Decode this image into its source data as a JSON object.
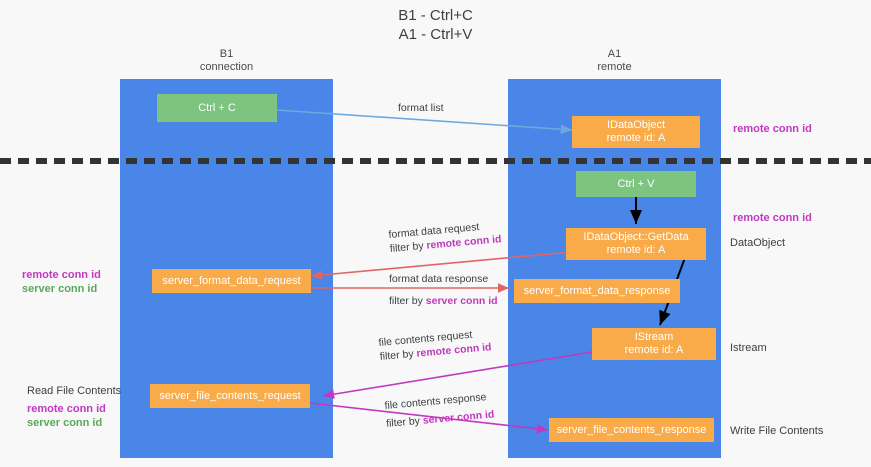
{
  "title": "B1 - Ctrl+C\nA1 - Ctrl+V",
  "colors": {
    "background": "#f8f8f8",
    "lane": "#4a86e8",
    "green_node": "#7cc47f",
    "orange_node": "#f9ab49",
    "remote_conn_id": "#c039c0",
    "server_conn_id": "#5aa85a",
    "arrow_format_list": "#6fa8dc",
    "arrow_format_data": "#e06666",
    "arrow_file_contents": "#c039c0",
    "arrow_black": "#000000",
    "divider": "#333333"
  },
  "lanes": [
    {
      "name": "B1",
      "sub": "connection",
      "header": "B1\nconnection"
    },
    {
      "name": "A1",
      "sub": "remote",
      "header": "A1\nremote"
    }
  ],
  "nodes": [
    {
      "id": "ctrl-c",
      "label": "Ctrl + C",
      "style": "green"
    },
    {
      "id": "idataobject",
      "label": "IDataObject\nremote id: A",
      "style": "orange"
    },
    {
      "id": "ctrl-v",
      "label": "Ctrl + V",
      "style": "green"
    },
    {
      "id": "idataobject-getdata",
      "label": "IDataObject::GetData\nremote id: A",
      "style": "orange"
    },
    {
      "id": "server-format-data-request",
      "label": "server_format_data_request",
      "style": "orange"
    },
    {
      "id": "server-format-data-response",
      "label": "server_format_data_response",
      "style": "orange"
    },
    {
      "id": "istream",
      "label": "IStream\nremote id: A",
      "style": "orange"
    },
    {
      "id": "server-file-contents-request",
      "label": "server_file_contents_request",
      "style": "orange"
    },
    {
      "id": "server-file-contents-response",
      "label": "server_file_contents_response",
      "style": "orange"
    }
  ],
  "edge_labels": {
    "format_list": "format list",
    "format_data_request": "format data request",
    "format_data_request_filter_prefix": "filter by ",
    "format_data_request_filter_value": "remote conn id",
    "format_data_response": "format data response",
    "format_data_response_filter_prefix": "filter by ",
    "format_data_response_filter_value": "server conn id",
    "file_contents_request": "file contents request",
    "file_contents_request_filter_prefix": "filter by ",
    "file_contents_request_filter_value": "remote conn id",
    "file_contents_response": "file contents response",
    "file_contents_response_filter_prefix": "filter by ",
    "file_contents_response_filter_value": "server conn id"
  },
  "side_labels": {
    "right_remote_conn_id_top": "remote conn id",
    "right_remote_conn_id_mid": "remote conn id",
    "right_dataobject": "DataObject",
    "right_istream": "Istream",
    "right_write_file_contents": "Write File Contents",
    "left_remote_conn_id": "remote conn id",
    "left_server_conn_id": "server conn id",
    "left_read_file_contents": "Read File Contents",
    "left_remote_conn_id_2": "remote conn id",
    "left_server_conn_id_2": "server conn id"
  }
}
